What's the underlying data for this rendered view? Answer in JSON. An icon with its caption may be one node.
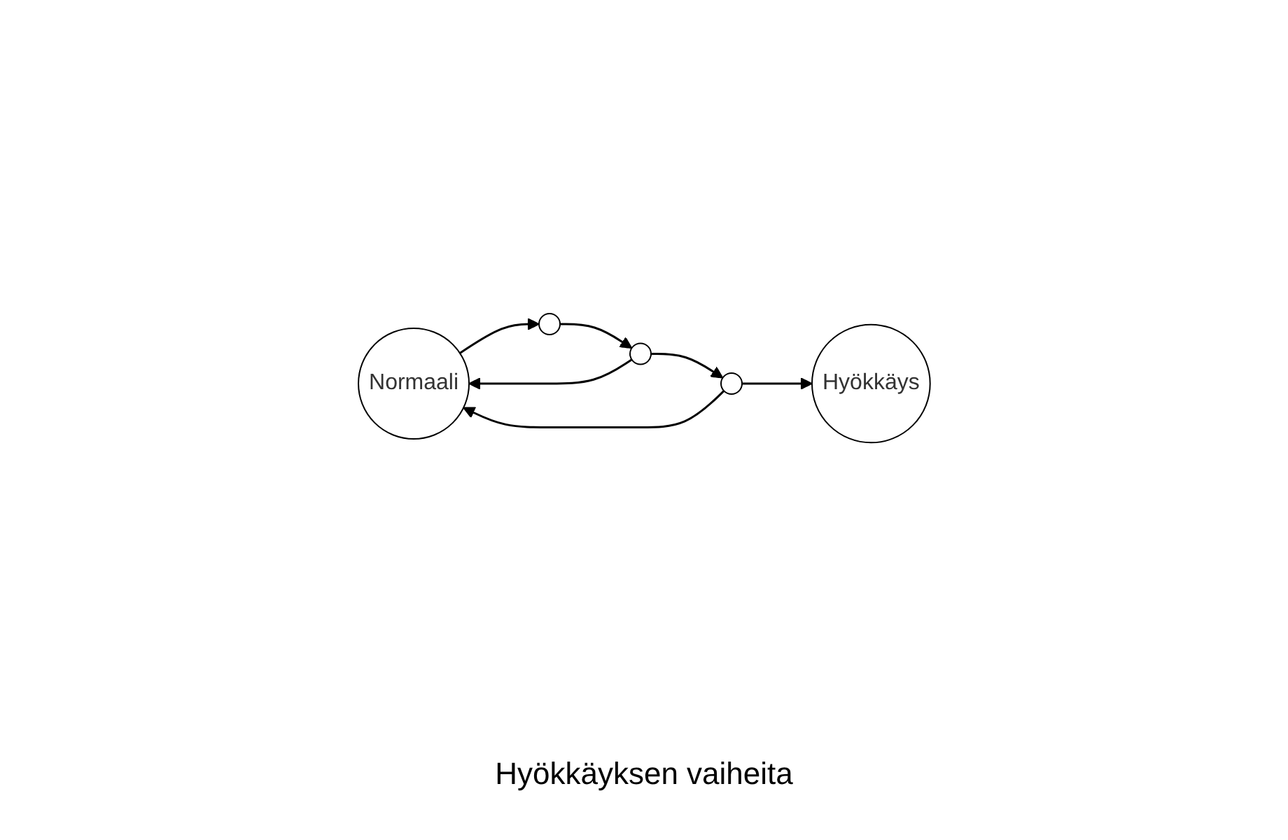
{
  "diagram": {
    "nodes": [
      {
        "text": [
          "Normaali"
        ]
      },
      {
        "text": [],
        "shape": "circle"
      },
      {
        "text": [],
        "shape": "circle"
      },
      {
        "text": [],
        "shape": "circle"
      },
      {
        "text": [
          "Hyökkäys"
        ]
      }
    ],
    "edges": [
      {
        "from": 0,
        "to": 1,
        "arrow": "to"
      },
      {
        "from": 1,
        "to": 2,
        "arrow": "to"
      },
      {
        "from": 2,
        "to": 3,
        "arrow": "to"
      },
      {
        "from": 3,
        "to": 4,
        "arrow": "to"
      },
      {
        "from": 2,
        "to": 0,
        "arrow": "to"
      },
      {
        "from": 3,
        "to": 0,
        "arrow": "to"
      }
    ],
    "labels": [
      "Hyökkäyksen vaiheita"
    ]
  }
}
